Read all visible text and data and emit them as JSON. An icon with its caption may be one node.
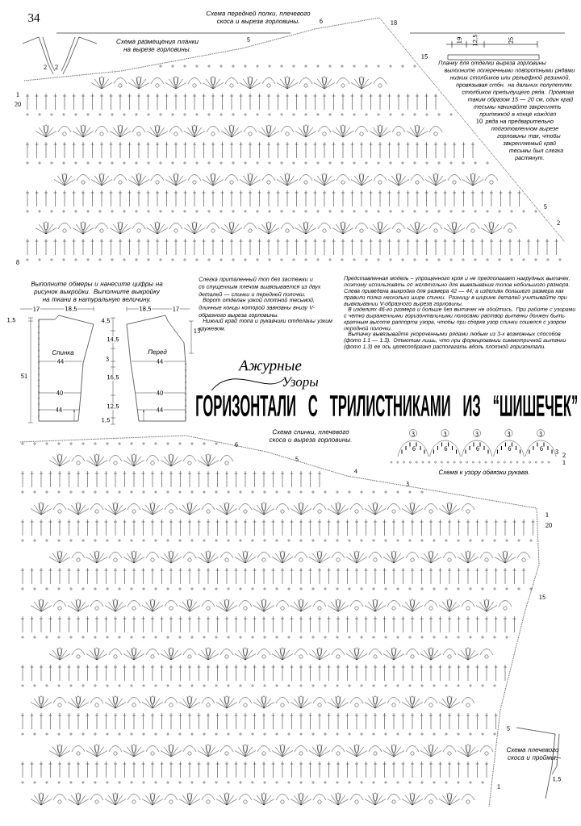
{
  "diagram": {
    "title": "ГОРИЗОНТАЛИ С ТРИЛИСТНИКАМИ ИЗ “ШИШЕЧЕК”",
    "labels": [
      "34",
      "Схема передней полки, плечевого скоса и выреза горловины.",
      "Схема размещения планки на вырезе горловины.",
      "2",
      "2",
      "6",
      "18",
      "5",
      "15",
      "10",
      "5",
      "2",
      "1",
      "20",
      "8",
      "19",
      "12,5",
      "25",
      "Планку для отделки выреза горловины выполните поперечными поворотными рядами низких столбиков или рельефной резинкой, провязывая стбн. на дальних полупетлях столбиков предыдущего ряда. Провязав таким образом 15 — 20 см, один край тесьмы начинайте закреплять притяжкой в конце каждого ряда на предварительно подготовленном вырезе горловины так, чтобы закрепляемый край тесьмы был слегка растянут.",
      "Выполните обмеры и нанесите цифры на рисунок выкройки. Выполните выкройку на ткани в натуральную величину.",
      "17",
      "18,5",
      "18,5",
      "17",
      "1,5",
      "51",
      "Спинка",
      "44",
      "40",
      "44",
      "4,5",
      "14,5",
      "3",
      "16,5",
      "12,5",
      "1,5",
      "13",
      "Перед",
      "44",
      "40",
      "44",
      "Слегка приталенный топ без застежки и со спущенным плечом вывязывается из двух деталей — спинки и передней полочки.",
      "Ворот отделан узкой плотной тесьмой, длинные концы которой завязаны внизу V-образного выреза горловины.",
      "Нижний край топа и рукавчики отделаны узким кружевом.",
      "Представленная модель – упрощенного кроя и не предполагает нагрудных вытачек, поэтому использовать ее желательно для вывязывания топов небольшого размера. Слева приведена выкройка для размера 42 — 44; в изделиях большего размера как правило полка несколько шире спинки. Разницу в ширине деталей учитывайте при вывязывании V-образного выреза горловины.",
      "В изделиях 46-го размера и больше без вытачек не обойтись. При работе с узорами с четко выраженными горизонтальными полосами раствор вытачки должен быть кратным высоте раппорта узора, чтобы при сборке узор спинки сошелся с узором передней полочки.",
      "Вытачку вывязывайте укороченными рядами любым из 3-х возможных способов (фото 1.1 — 1.3). Отметим лишь, что при формировании симметричной вытачки (фото 1.3) ее ось целесообразно располагать вдоль плотной горизонтали.",
      "Ажурные",
      "Узоры",
      "Схема спинки, плечевого скоса и выреза горловины.",
      "6",
      "5",
      "4",
      "3",
      "1",
      "20",
      "15",
      "5",
      "1",
      "3",
      "3",
      "3",
      "3",
      "3",
      "6",
      "6",
      "6",
      "6",
      "6",
      "3",
      "2",
      "1",
      "Схема к узору обвязки рукава.",
      "Схема плечевого скоса и проймы.",
      "1,5"
    ]
  }
}
